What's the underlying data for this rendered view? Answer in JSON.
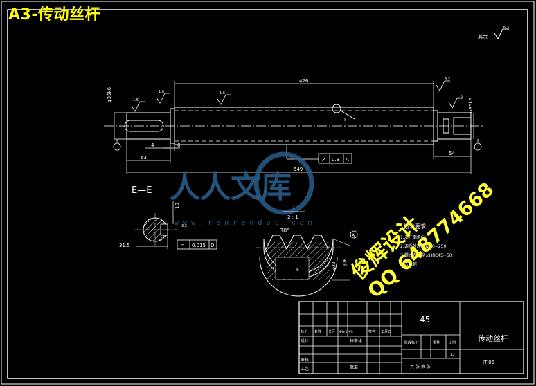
{
  "page": {
    "title": "A3-传动丝杆"
  },
  "drawing": {
    "other_surfaces_label": "其余",
    "other_surfaces_ra": "6.3",
    "dim_total": "549",
    "dim_body": "426",
    "dim_left": "63",
    "dim_right": "54",
    "dim_step_a": "4",
    "dim_step_b": "6",
    "left_diam": "φ35k6",
    "right_diam": "φ35k6",
    "ra_top": "1.6",
    "ra_body": "1.6",
    "ra_left": "1.6",
    "ra_right": "1.6",
    "ra_corner": "3.2",
    "detail_ref": "I",
    "tolerance_frame": {
      "symbol": "↗",
      "value": "0.3",
      "datum": "A"
    },
    "datum_letter": "A",
    "datum_marker": "⊕"
  },
  "section": {
    "label": "E—E",
    "dim_depth": "31.5",
    "dim_width": "10",
    "tolerance": {
      "symbol": "=",
      "value": "0.015",
      "datum": "D"
    },
    "ra": "3.2",
    "section_mark": "E"
  },
  "detail": {
    "label": "I",
    "scale": "2 : 1",
    "angle": "30°",
    "dim1": "6",
    "dim2": "φ32",
    "dim3": "φ26",
    "datum": "A"
  },
  "tech_requirements": {
    "heading": "技术要求",
    "items": [
      "1.未注倒角C1",
      "2.调质处理HB220~250",
      "3.螺纹表面淬火HRC45~50",
      "4.去毛刺"
    ]
  },
  "title_block": {
    "material": "45",
    "part_name": "传动丝杆",
    "drawing_no": "JT-05",
    "scale_value": "1:2",
    "header_cells": [
      "标记",
      "处数",
      "分区",
      "更改文件号",
      "签名",
      "年月日"
    ],
    "row_labels": [
      "设计",
      "审核",
      "工艺"
    ],
    "std_label": "标准化",
    "approve_label": "批准",
    "stage_label": "阶段标记",
    "weight_label": "重量",
    "scale_label": "比例",
    "sheets_label": "共 张 第 张"
  },
  "watermark": {
    "logo_text": "人人文库",
    "url": "w w w . r e n r e n d o c . c o m",
    "line1": "俊辉设计",
    "line2": "QQ 648774668"
  },
  "colors": {
    "background": "#000000",
    "line": "#ffffff",
    "title": "#ffff00",
    "watermark": "#ffff33",
    "logo": "#2a5d8a"
  }
}
